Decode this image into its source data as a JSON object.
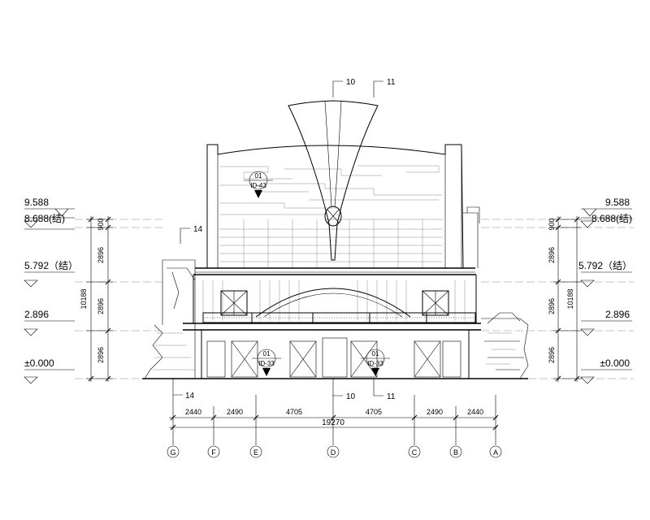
{
  "elevations_left": [
    {
      "label": "9.588",
      "level": 9.588
    },
    {
      "label": "8.688(结)",
      "level": 8.688
    },
    {
      "label": "5.792（结）",
      "level": 5.792
    },
    {
      "label": "2.896",
      "level": 2.896
    },
    {
      "label": "±0.000",
      "level": 0
    }
  ],
  "elevations_right": [
    {
      "label": "9.588",
      "level": 9.588
    },
    {
      "label": "8.688(结)",
      "level": 8.688
    },
    {
      "label": "5.792（结）",
      "level": 5.792
    },
    {
      "label": "2.896",
      "level": 2.896
    },
    {
      "label": "±0.000",
      "level": 0
    }
  ],
  "vertical_dims": {
    "segments": [
      "900",
      "2896",
      "2896",
      "2896"
    ],
    "total": "10188"
  },
  "horizontal_dims": {
    "segments": [
      "2440",
      "2490",
      "4705",
      "4705",
      "2490",
      "2440"
    ],
    "total": "19270"
  },
  "axes": [
    "G",
    "F",
    "E",
    "D",
    "C",
    "B",
    "A"
  ],
  "callouts": {
    "top_10": "10",
    "top_11": "11",
    "left_14": "14",
    "bottom_14": "14",
    "bottom_10": "10",
    "bottom_11": "11"
  },
  "detail_markers": [
    {
      "num": "01",
      "ref": "ID-43"
    },
    {
      "num": "01",
      "ref": "ID-33"
    },
    {
      "num": "01",
      "ref": "ID-33"
    }
  ]
}
